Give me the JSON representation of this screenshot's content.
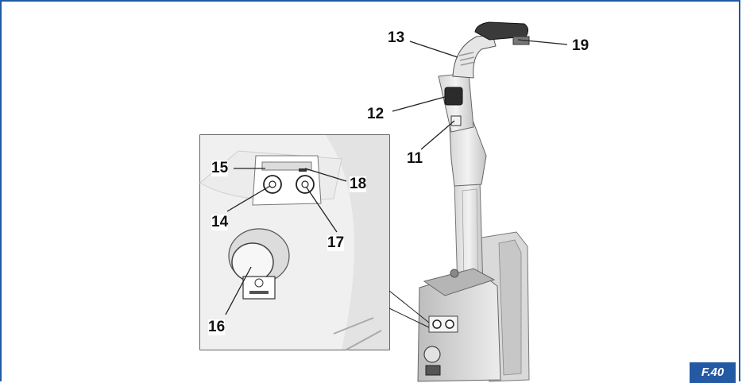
{
  "figure": {
    "label": "F.40"
  },
  "callouts": [
    {
      "id": "13",
      "text": "13"
    },
    {
      "id": "19",
      "text": "19"
    },
    {
      "id": "12",
      "text": "12"
    },
    {
      "id": "11",
      "text": "11"
    },
    {
      "id": "15",
      "text": "15"
    },
    {
      "id": "18",
      "text": "18"
    },
    {
      "id": "14",
      "text": "14"
    },
    {
      "id": "17",
      "text": "17"
    },
    {
      "id": "16",
      "text": "16"
    }
  ],
  "colors": {
    "frame": "#1f5aa6",
    "badge": "#2459a3",
    "device_light": "#e9e9e9",
    "device_mid": "#cfcfcf",
    "device_dark": "#3a3a3a"
  }
}
